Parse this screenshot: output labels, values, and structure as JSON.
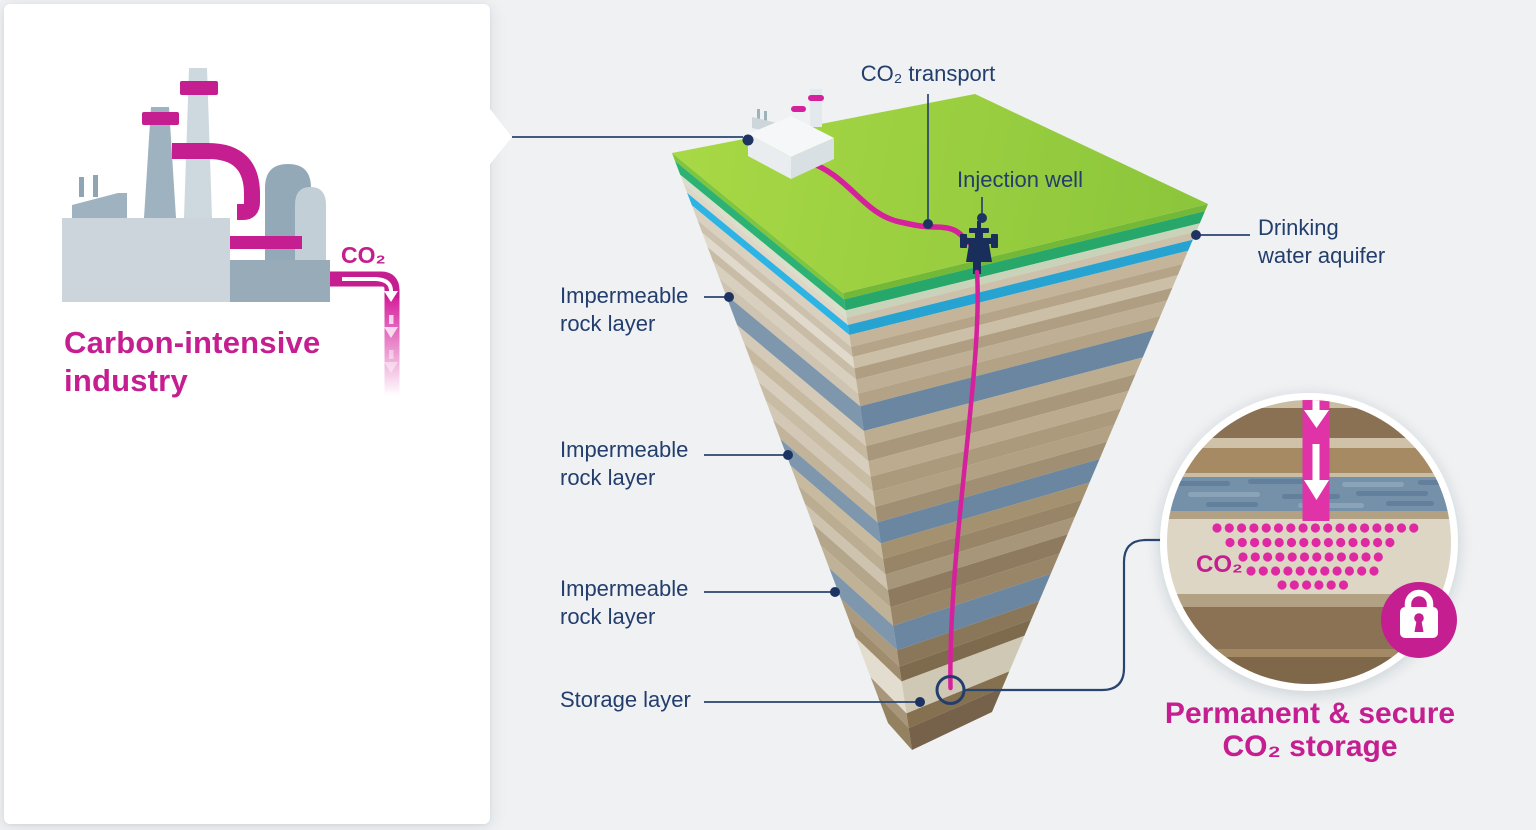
{
  "colors": {
    "page_bg": "#eff1f3",
    "card_bg": "#ffffff",
    "magenta": "#c41e90",
    "pipeline_pink": "#d6219c",
    "inset_pink": "#e033a8",
    "dot_pink": "#df29a2",
    "navy_text": "#233e6d",
    "leader_navy": "#2a4472",
    "leader_dot_navy": "#1d3463",
    "surface_green_light": "#a8d845",
    "surface_green_dark": "#8bc53b",
    "teal_stripe": "#2eb274",
    "aquifer_cyan": "#2db4e4",
    "impermeable_bluegray": "#7e97ad",
    "wellhead_navy": "#1a2e5c"
  },
  "card": {
    "co2_label": "CO₂",
    "title_line1": "Carbon-intensive",
    "title_line2": "industry"
  },
  "diagram": {
    "co2_transport_label": "CO₂ transport",
    "injection_well_label": "Injection well",
    "drinking_water_line1": "Drinking",
    "drinking_water_line2": "water aquifer",
    "impermeable_labels": [
      {
        "line1": "Impermeable",
        "line2": "rock layer"
      },
      {
        "line1": "Impermeable",
        "line2": "rock layer"
      },
      {
        "line1": "Impermeable",
        "line2": "rock layer"
      }
    ],
    "storage_label": "Storage layer"
  },
  "inset": {
    "co2_label": "CO₂",
    "caption_line1": "Permanent & secure",
    "caption_line2": "CO₂ storage"
  }
}
